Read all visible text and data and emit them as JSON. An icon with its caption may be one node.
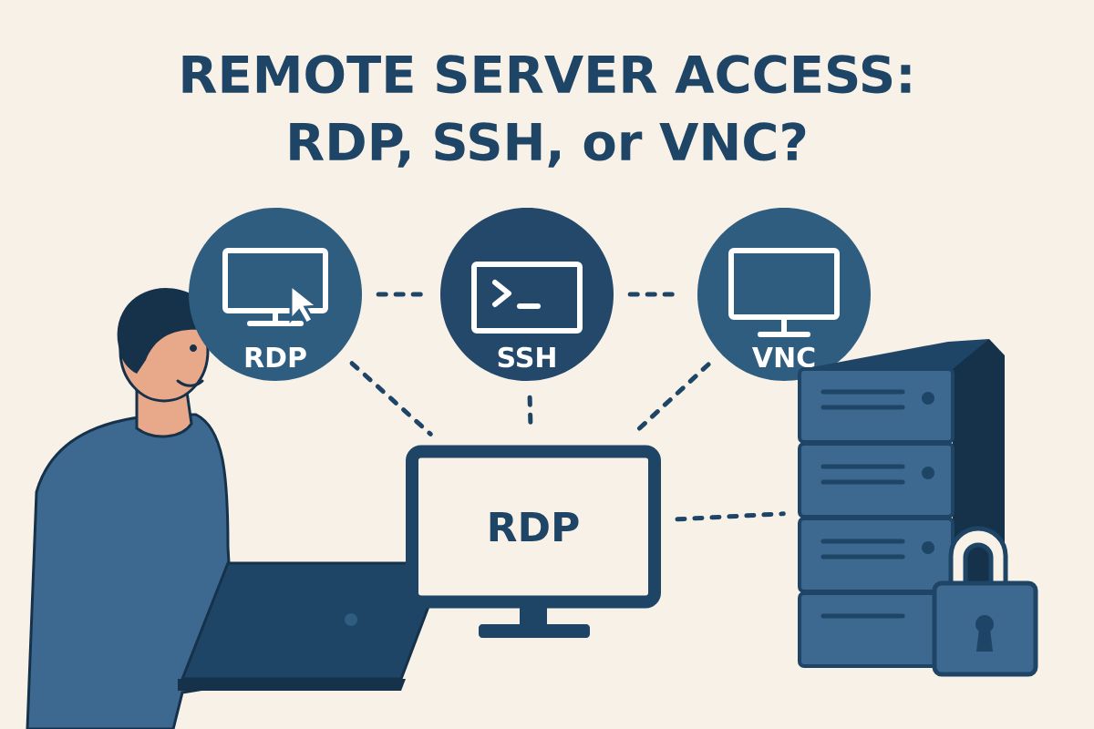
{
  "diagram": {
    "title": "REMOTE SERVER ACCESS: RDP, SSH, or VNC?",
    "nodes": [
      {
        "text": [
          "RDP"
        ]
      },
      {
        "text": [
          "SSH"
        ]
      },
      {
        "text": [
          "VNC"
        ]
      },
      {
        "text": [
          "RDP"
        ]
      },
      {
        "text": [],
        "shape": "picture"
      }
    ],
    "edges": [
      {
        "from": 0,
        "to": 1,
        "arrow": "none",
        "style": "dashed"
      },
      {
        "from": 1,
        "to": 2,
        "arrow": "none",
        "style": "dashed"
      },
      {
        "from": 0,
        "to": 3,
        "arrow": "none",
        "style": "dashed"
      },
      {
        "from": 1,
        "to": 3,
        "arrow": "none",
        "style": "dashed"
      },
      {
        "from": 2,
        "to": 3,
        "arrow": "none",
        "style": "dashed"
      },
      {
        "from": 3,
        "to": 4,
        "arrow": "none",
        "style": "dashed"
      }
    ]
  }
}
